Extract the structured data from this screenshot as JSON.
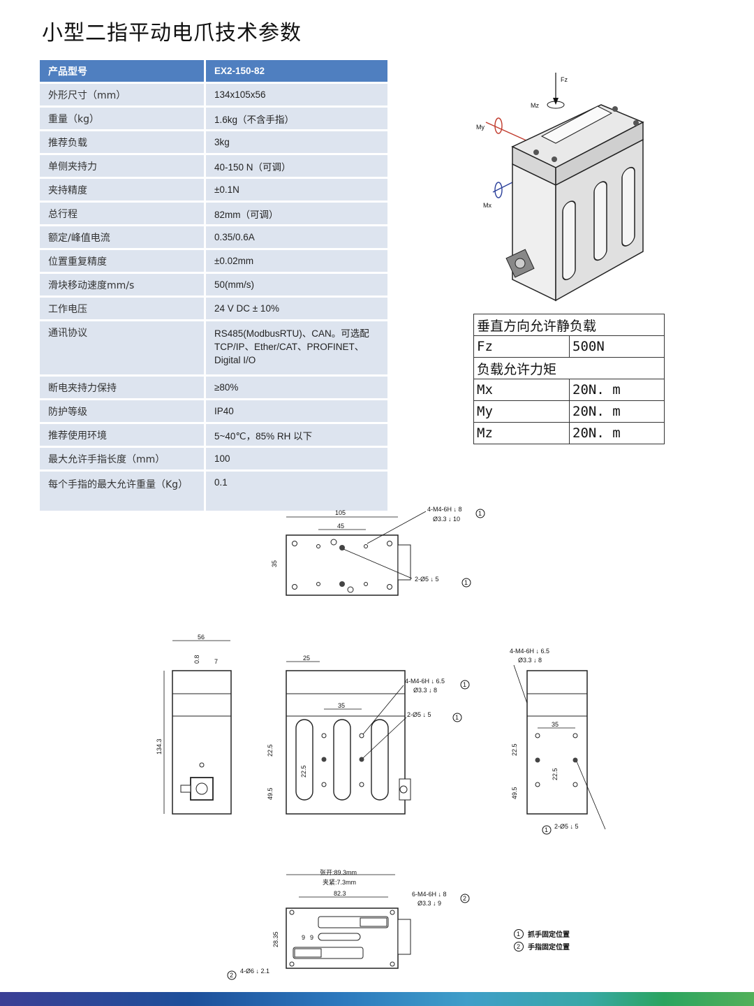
{
  "title": "小型二指平动电爪技术参数",
  "spec_table": {
    "header": {
      "key": "产品型号",
      "value": "EX2-150-82"
    },
    "rows": [
      {
        "key": "外形尺寸（mm）",
        "value": "134x105x56"
      },
      {
        "key": "重量（kg）",
        "value": "1.6kg（不含手指）"
      },
      {
        "key": "推荐负载",
        "value": "3kg"
      },
      {
        "key": "单侧夹持力",
        "value": "40-150 N（可调）"
      },
      {
        "key": "夹持精度",
        "value": "±0.1N"
      },
      {
        "key": "总行程",
        "value": "82mm（可调）"
      },
      {
        "key": "额定/峰值电流",
        "value": "0.35/0.6A"
      },
      {
        "key": "位置重复精度",
        "value": "±0.02mm"
      },
      {
        "key": "滑块移动速度mm/s",
        "value": "50(mm/s)"
      },
      {
        "key": "工作电压",
        "value": "24 V DC ± 10%"
      },
      {
        "key": "通讯协议",
        "value": "RS485(ModbusRTU)、CAN。可选配TCP/IP、Ether/CAT、PROFINET、Digital I/O"
      },
      {
        "key": "断电夹持力保持",
        "value": "≥80%"
      },
      {
        "key": "防护等级",
        "value": "IP40"
      },
      {
        "key": "推荐使用环境",
        "value": "5~40℃，85% RH 以下"
      },
      {
        "key": "最大允许手指长度（mm）",
        "value": "100"
      },
      {
        "key": "每个手指的最大允许重量（Kg）",
        "value": "0.1"
      }
    ]
  },
  "load_table": {
    "static_title": "垂直方向允许静负载",
    "fz_label": "Fz",
    "fz_value": "500N",
    "moment_title": "负载允许力矩",
    "mx_label": "Mx",
    "mx_value": "20N. m",
    "my_label": "My",
    "my_value": "20N. m",
    "mz_label": "Mz",
    "mz_value": "20N. m"
  },
  "iso_labels": {
    "fz": "Fz",
    "mz": "Mz",
    "my": "My",
    "mx": "Mx"
  },
  "top_view": {
    "dim_105": "105",
    "dim_45": "45",
    "dim_35": "35",
    "note1_a": "4-M4-6H ↓ 8",
    "note1_b": "Ø3.3 ↓ 10",
    "note2": "2-Ø5 ↓ 5",
    "circle1": "1"
  },
  "side_view": {
    "dim_56": "56",
    "dim_08": "0.8",
    "dim_7": "7",
    "dim_134": "134.3"
  },
  "front_view": {
    "dim_25": "25",
    "dim_35": "35",
    "dim_225a": "22.5",
    "dim_225b": "22.5",
    "dim_495": "49.5",
    "note1_a": "4-M4-6H ↓ 6.5",
    "note1_b": "Ø3.3 ↓ 8",
    "note2": "2-Ø5 ↓ 5",
    "circle1": "1"
  },
  "right_view": {
    "note1_a": "4-M4-6H ↓ 6.5",
    "note1_b": "Ø3.3 ↓ 8",
    "dim_35": "35",
    "dim_225a": "22.5",
    "dim_225b": "22.5",
    "dim_495": "49.5",
    "note2": "2-Ø5 ↓ 5",
    "circle1": "1"
  },
  "bottom_view": {
    "open": "张开:89.3mm",
    "close": "夹紧:7.3mm",
    "dim_823": "82.3",
    "note_a": "6-M4-6H ↓ 8",
    "note_b": "Ø3.3 ↓ 9",
    "circle2": "2",
    "dim_2835": "28.35",
    "dim_9a": "9",
    "dim_9b": "9",
    "bottom_note": "4-Ø6 ↓ 2.1"
  },
  "legend": {
    "item1_num": "1",
    "item1_text": "抓手固定位置",
    "item2_num": "2",
    "item2_text": "手指固定位置"
  }
}
